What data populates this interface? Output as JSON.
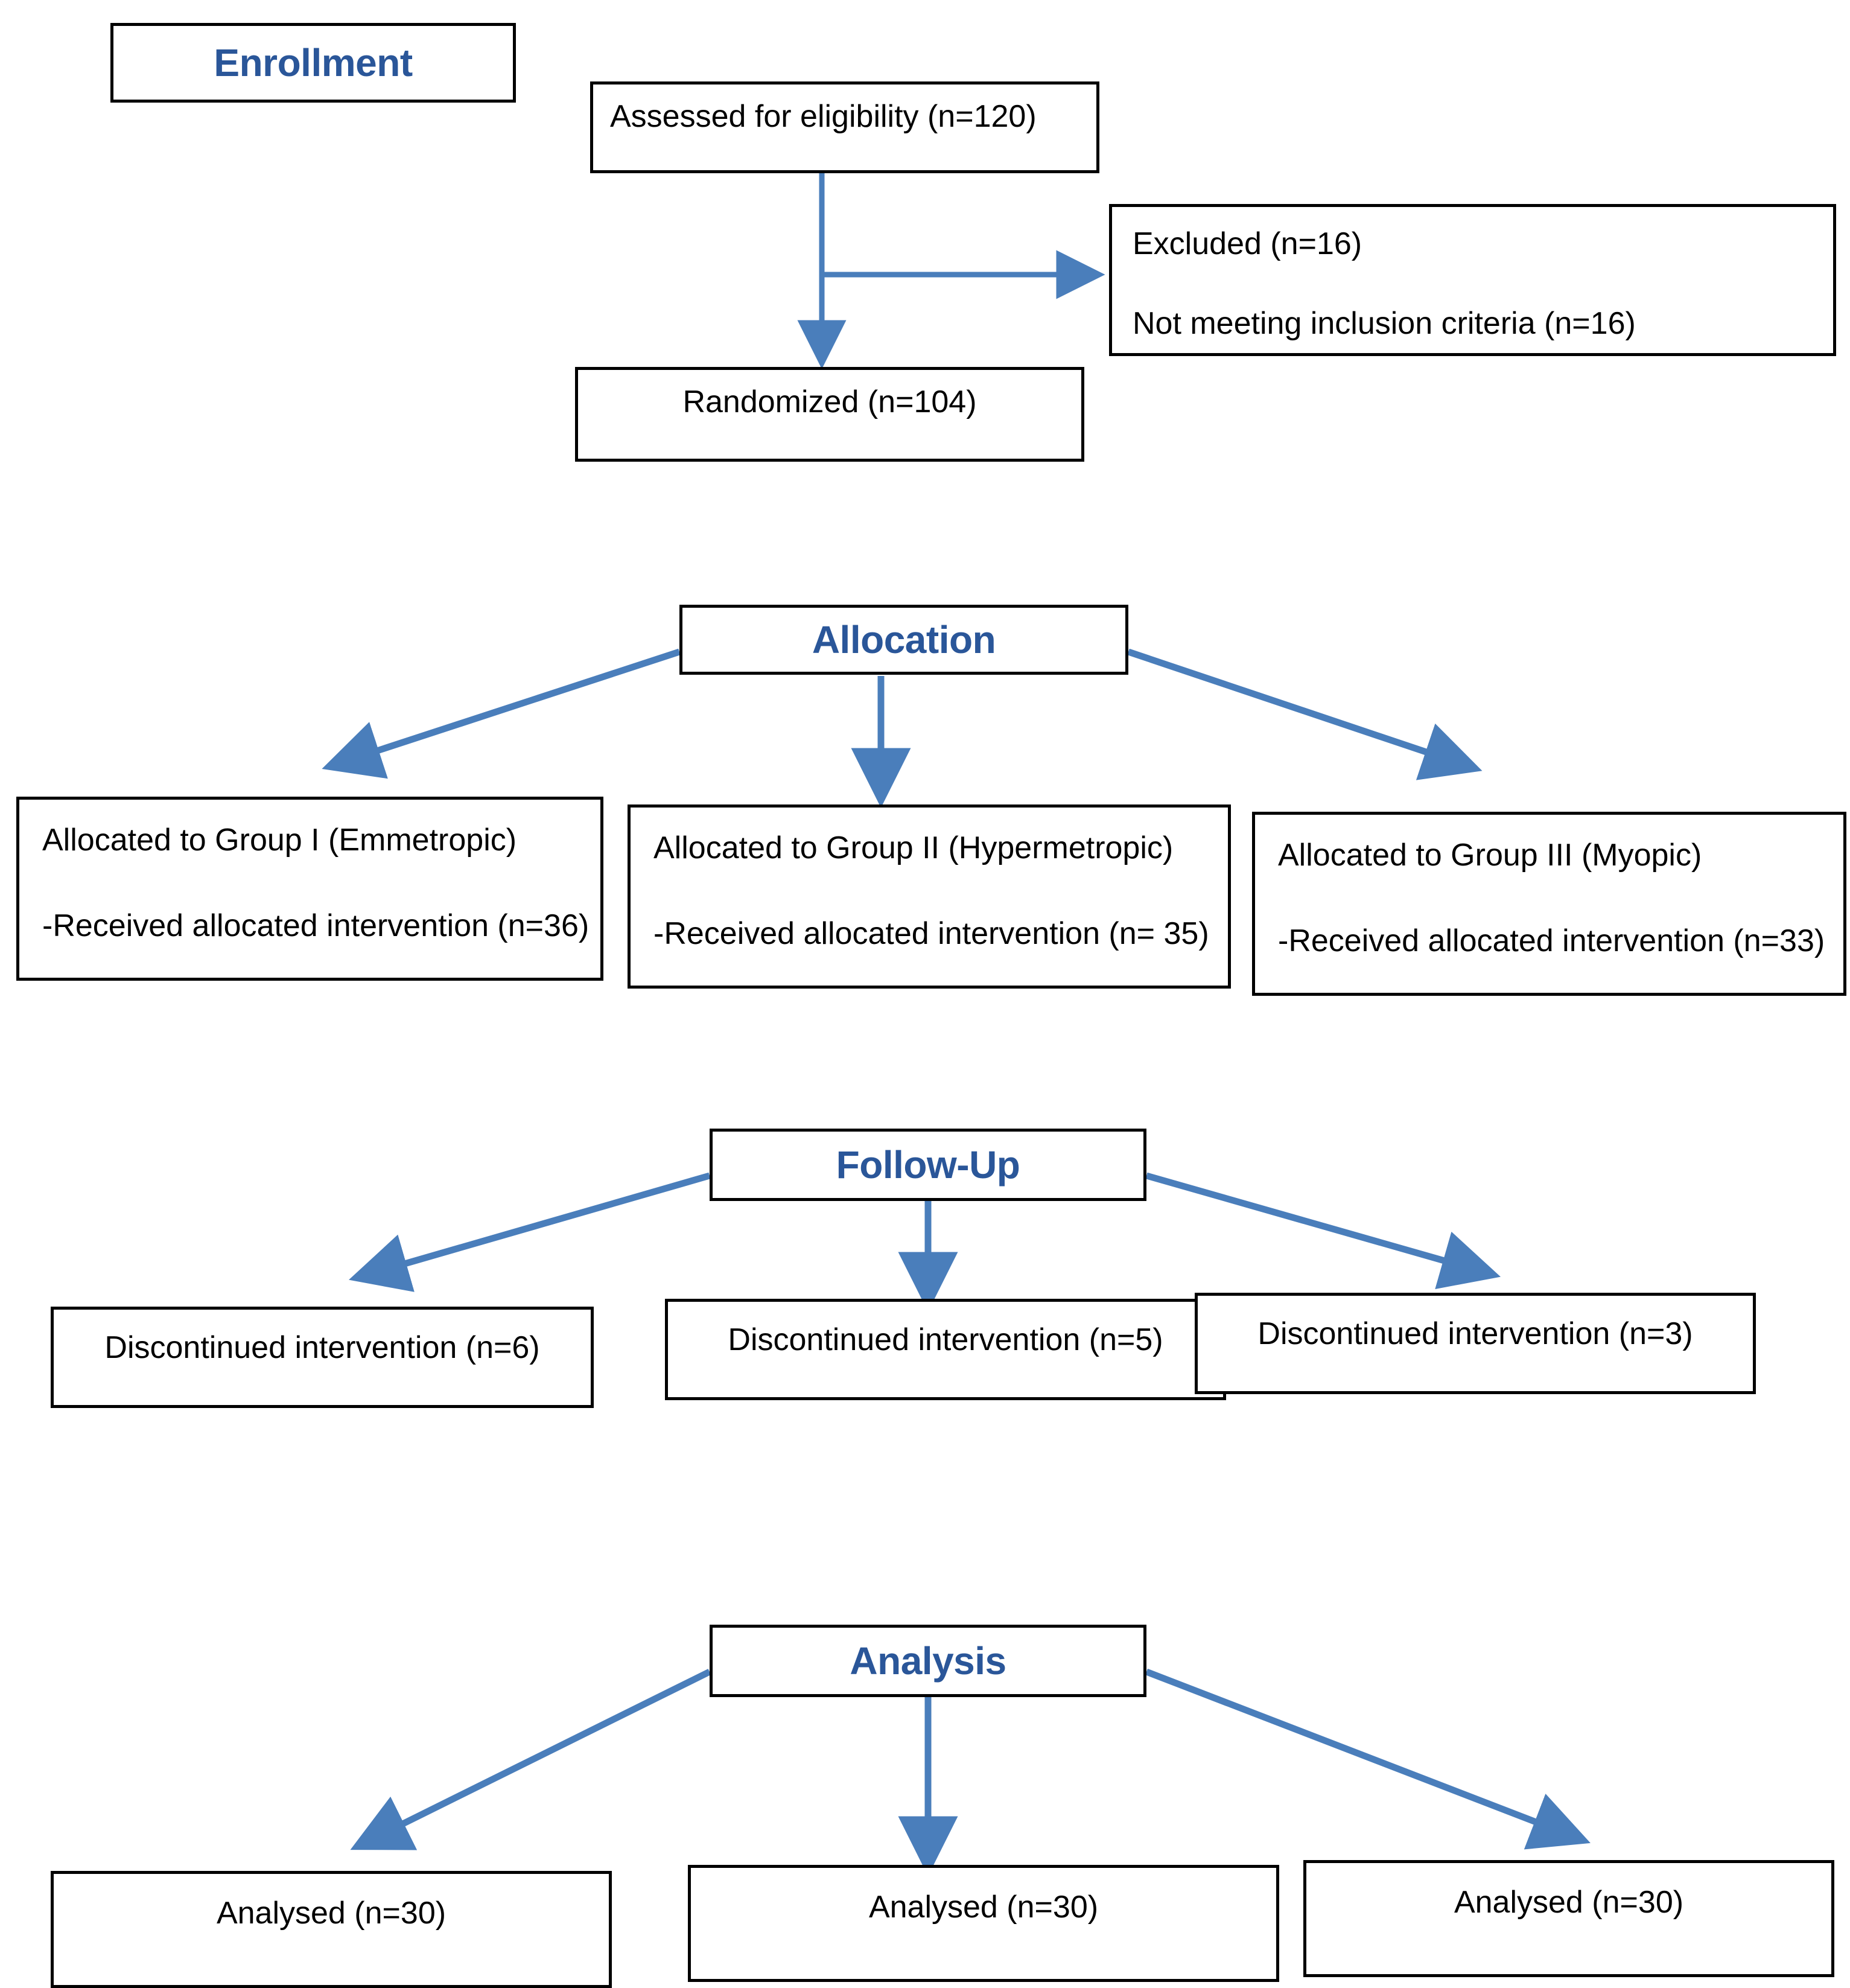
{
  "diagram": {
    "type": "consort-flow-diagram",
    "accent_color": "#2a5699",
    "arrow_color": "#4a7ebb",
    "border_color": "#000000",
    "background_color": "#ffffff"
  },
  "enrollment": {
    "header": "Enrollment",
    "assessed": "Assessed for eligibility (n=120)",
    "excluded_line1": "Excluded (n=16)",
    "excluded_line2": "Not meeting inclusion criteria (n=16)",
    "randomized": "Randomized (n=104)"
  },
  "allocation": {
    "header": "Allocation",
    "groups": [
      {
        "title": "Allocated to Group I (Emmetropic)",
        "received": "-Received allocated intervention (n=36)"
      },
      {
        "title": "Allocated to Group II (Hypermetropic)",
        "received": "-Received allocated intervention (n= 35)"
      },
      {
        "title": "Allocated to Group III (Myopic)",
        "received": "-Received allocated intervention (n=33)"
      }
    ]
  },
  "followup": {
    "header": "Follow-Up",
    "groups": [
      {
        "discontinued": "Discontinued intervention (n=6)"
      },
      {
        "discontinued": "Discontinued intervention (n=5)"
      },
      {
        "discontinued": "Discontinued intervention (n=3)"
      }
    ]
  },
  "analysis": {
    "header": "Analysis",
    "groups": [
      {
        "analysed": "Analysed (n=30)"
      },
      {
        "analysed": "Analysed (n=30)"
      },
      {
        "analysed": "Analysed (n=30)"
      }
    ]
  }
}
